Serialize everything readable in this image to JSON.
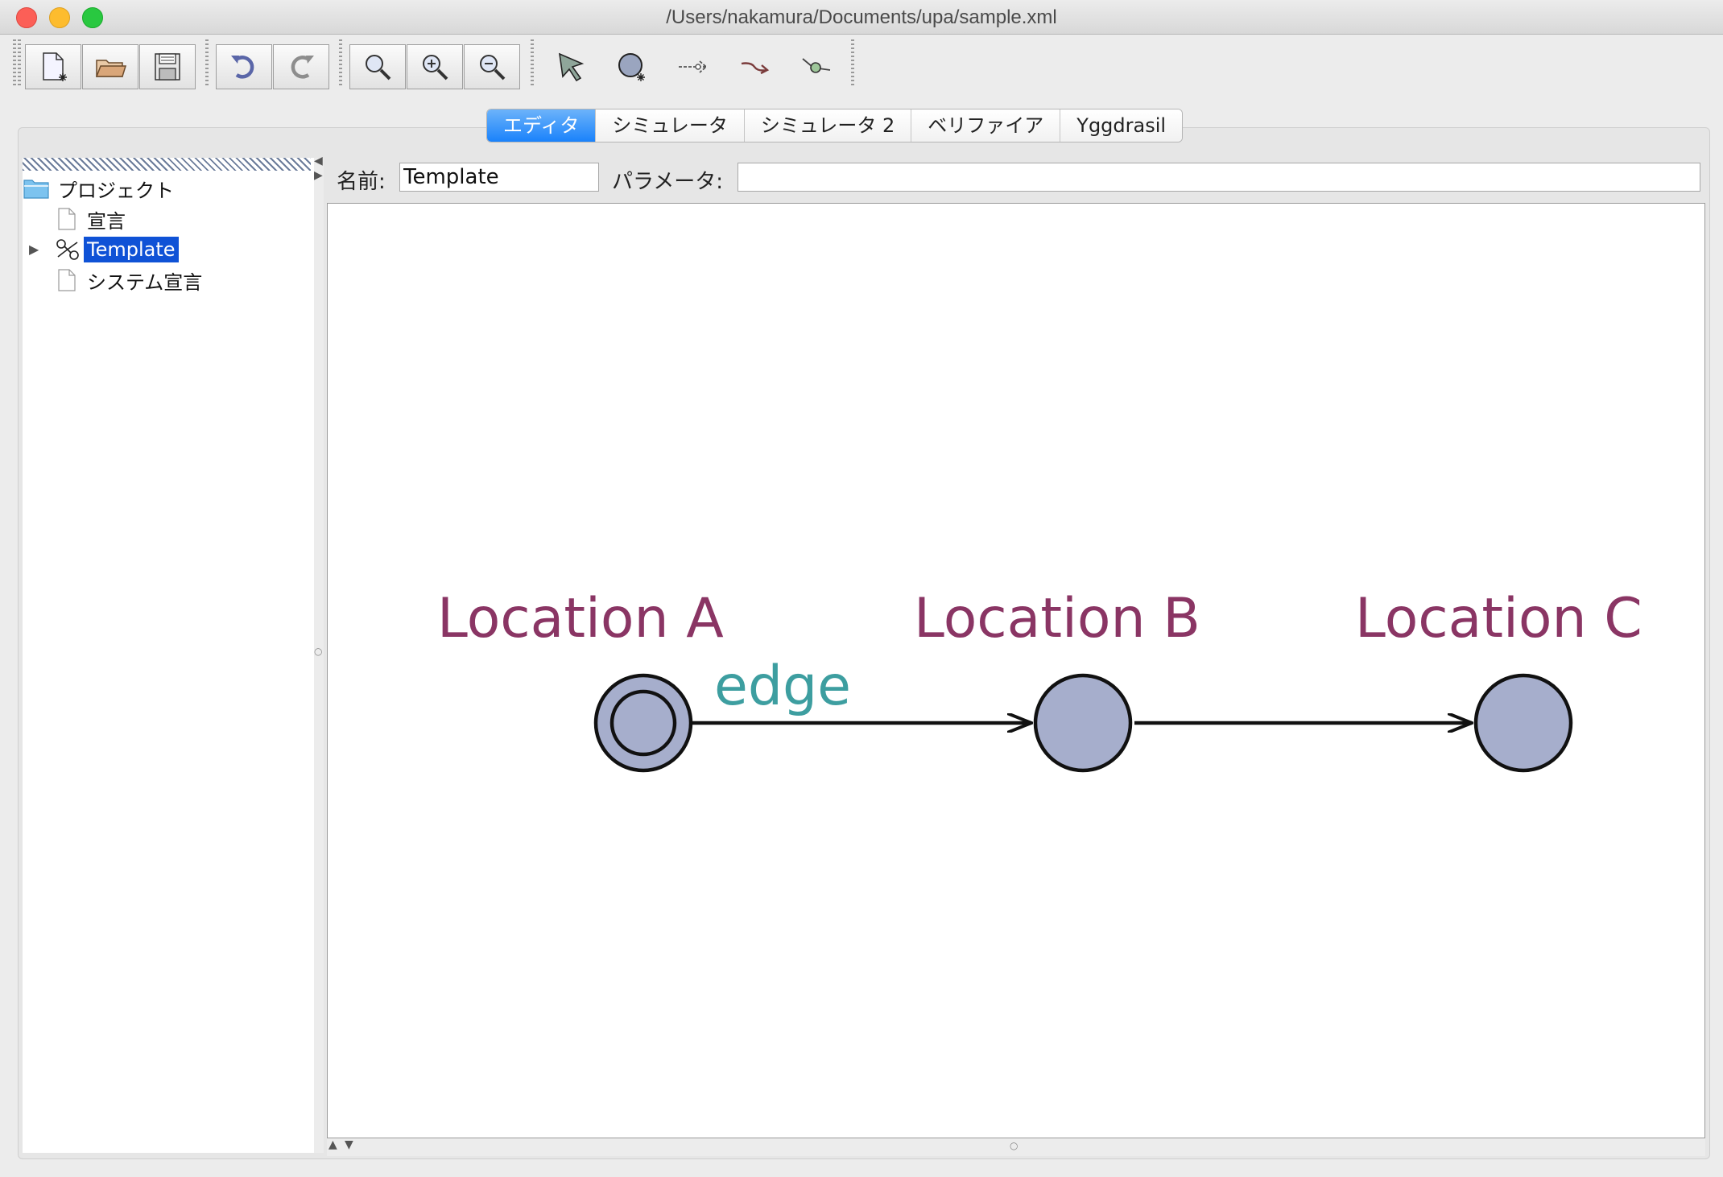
{
  "window": {
    "title": "/Users/nakamura/Documents/upa/sample.xml"
  },
  "toolbar": {
    "buttons": [
      {
        "name": "new-document-icon"
      },
      {
        "name": "open-folder-icon"
      },
      {
        "name": "save-icon"
      },
      {
        "name": "undo-icon"
      },
      {
        "name": "redo-icon"
      },
      {
        "name": "zoom-icon"
      },
      {
        "name": "zoom-in-icon"
      },
      {
        "name": "zoom-out-icon"
      },
      {
        "name": "select-tool-icon"
      },
      {
        "name": "add-location-icon"
      },
      {
        "name": "add-edge-icon"
      },
      {
        "name": "add-nail-icon"
      },
      {
        "name": "add-branchpoint-icon"
      }
    ]
  },
  "tabs": [
    {
      "label": "エディタ",
      "active": true
    },
    {
      "label": "シミュレータ",
      "active": false
    },
    {
      "label": "シミュレータ 2",
      "active": false
    },
    {
      "label": "ベリファイア",
      "active": false
    },
    {
      "label": "Yggdrasil",
      "active": false
    }
  ],
  "tree": {
    "root": "プロジェクト",
    "items": [
      {
        "label": "宣言"
      },
      {
        "label": "Template",
        "selected": true
      },
      {
        "label": "システム宣言"
      }
    ]
  },
  "editor": {
    "name_label": "名前:",
    "name_value": "Template",
    "params_label": "パラメータ:",
    "params_value": ""
  },
  "automaton": {
    "locations": [
      {
        "label": "Location A",
        "initial": true
      },
      {
        "label": "Location B",
        "initial": false
      },
      {
        "label": "Location C",
        "initial": false
      }
    ],
    "edges": [
      {
        "from": "Location A",
        "to": "Location B",
        "label": "edge"
      },
      {
        "from": "Location B",
        "to": "Location C",
        "label": ""
      }
    ],
    "colors": {
      "location_fill": "#a6aecc",
      "location_label": "#8a3564",
      "edge_label": "#3d9ea0",
      "selection": "#0f52d6",
      "active_tab": "#1a82fb"
    }
  }
}
